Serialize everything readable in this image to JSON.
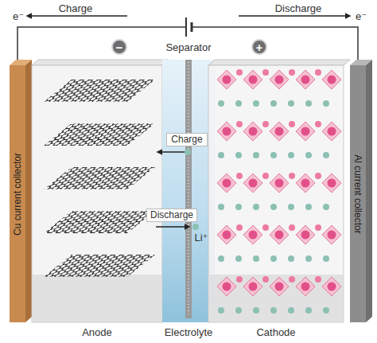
{
  "diagram": {
    "nodes": [
      {
        "text": [
          "−"
        ]
      },
      {
        "text": [
          "+"
        ]
      },
      {
        "text": [
          "Cu current collector"
        ]
      },
      {
        "text": [
          "Anode"
        ]
      },
      {
        "text": [
          "Cathode"
        ]
      },
      {
        "text": [
          "Al current collector"
        ]
      }
    ],
    "edges": [
      {
        "from": 2,
        "to": 5,
        "arrow": "none"
      }
    ],
    "labels": [
      "Charge",
      "Discharge",
      "e⁻",
      "e⁻",
      "Separator",
      "Charge",
      "Discharge",
      "Li⁺",
      "Electrolyte"
    ]
  }
}
